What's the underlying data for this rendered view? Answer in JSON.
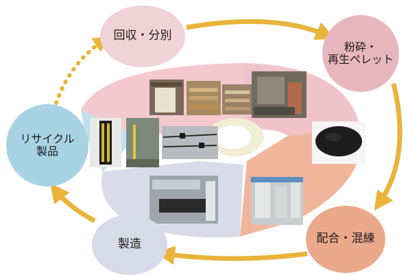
{
  "stages": {
    "collect": {
      "line1": "回収・分別"
    },
    "crush": {
      "line1": "粉砕・",
      "line2": "再生ペレット"
    },
    "mix": {
      "line1": "配合・混練"
    },
    "manufacture": {
      "line1": "製造"
    },
    "recycle": {
      "line1": "リサイクル",
      "line2": "製品"
    }
  },
  "colors": {
    "arrow": "#e8b43a",
    "collect": "#f0d3d6",
    "crush": "#e8b7bd",
    "mix": "#eba98c",
    "manufacture": "#d7dbe7",
    "recycle": "#a8d3e5",
    "ring_pink": "#f3c9cf",
    "ring_orange": "#f0b59b",
    "ring_lavender": "#d9dbe8",
    "ring_blue": "#bfe0ee",
    "ring_inner": "#f0efd6"
  }
}
